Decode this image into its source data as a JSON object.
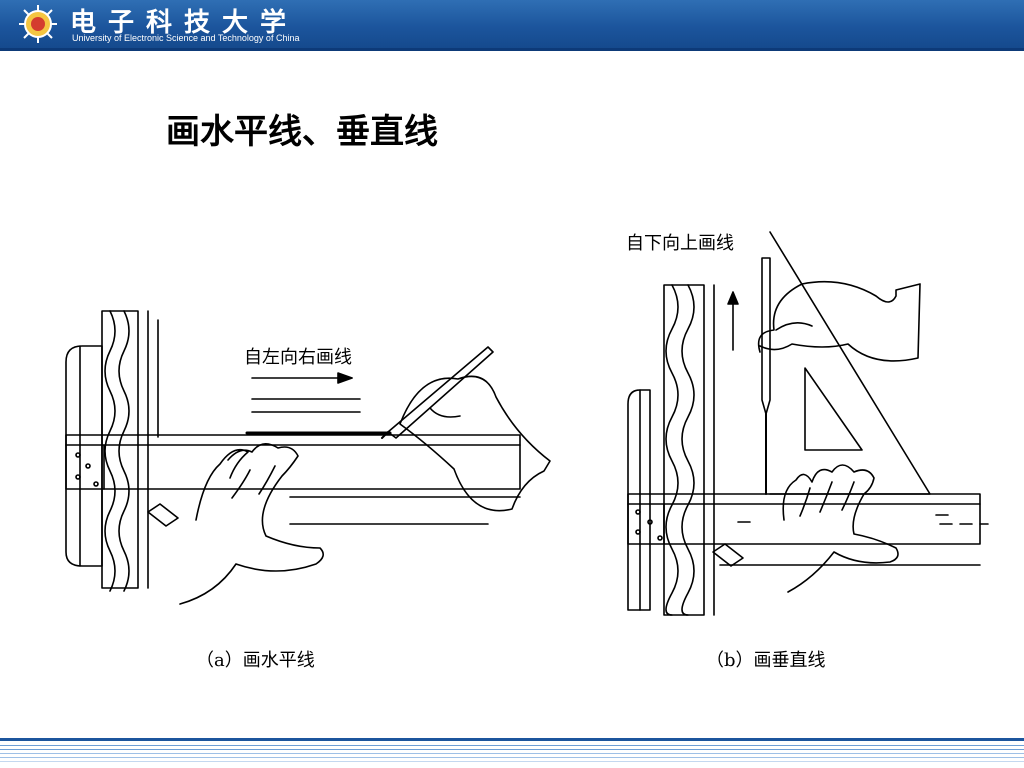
{
  "header": {
    "background_color": "#1c559d"
  },
  "slide": {
    "title": "画水平线、垂直线"
  },
  "figure_a": {
    "label": "自左向右画线",
    "caption": "（a）画水平线"
  },
  "figure_b": {
    "label": "自下向上画线",
    "caption": "（b）画垂直线"
  },
  "footer": {
    "line_color": "#2f6fb4"
  }
}
